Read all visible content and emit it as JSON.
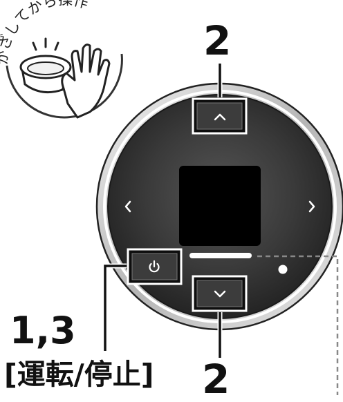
{
  "hover_badge": {
    "text": "かざしてから操作"
  },
  "steps": {
    "top_step": "2",
    "bottom_step": "2",
    "left_step": "1,3"
  },
  "operation_label": "[運転/停止]",
  "panel": {
    "ring_color": "#c9c9c9",
    "face_color": "#3a3a3a",
    "screen_color": "#000000",
    "highlight_color": "#111111",
    "icons": [
      "chevron-up-icon",
      "chevron-down-icon",
      "chevron-left-icon",
      "chevron-right-icon",
      "power-icon",
      "dot-indicator-icon"
    ]
  }
}
